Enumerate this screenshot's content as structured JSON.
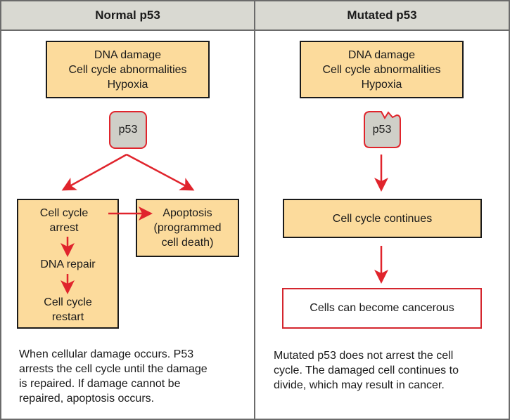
{
  "left_panel": {
    "header": "Normal p53",
    "trigger_box": [
      "DNA damage",
      "Cell cycle abnormalities",
      "Hypoxia"
    ],
    "p53_label": "p53",
    "arrest_box": {
      "arrest": [
        "Cell cycle",
        "arrest"
      ],
      "repair": "DNA repair",
      "restart": [
        "Cell cycle",
        "restart"
      ]
    },
    "apoptosis_box": [
      "Apoptosis",
      "(programmed",
      "cell death)"
    ],
    "caption": [
      "When cellular damage occurs. P53",
      "arrests the cell cycle until the damage",
      "is repaired. If damage cannot be",
      "repaired, apoptosis occurs."
    ]
  },
  "right_panel": {
    "header": "Mutated p53",
    "trigger_box": [
      "DNA damage",
      "Cell cycle abnormalities",
      "Hypoxia"
    ],
    "p53_label": "p53",
    "continues_box": "Cell cycle continues",
    "cancer_box": "Cells can become cancerous",
    "caption": [
      "Mutated p53 does not arrest the cell",
      "cycle. The damaged cell continues to",
      "divide, which may result in cancer."
    ]
  },
  "colors": {
    "box_fill": "#fcdb9c",
    "p53_fill": "#cfcfc8",
    "arrow": "#e0242c",
    "header_fill": "#d9d9d2"
  }
}
